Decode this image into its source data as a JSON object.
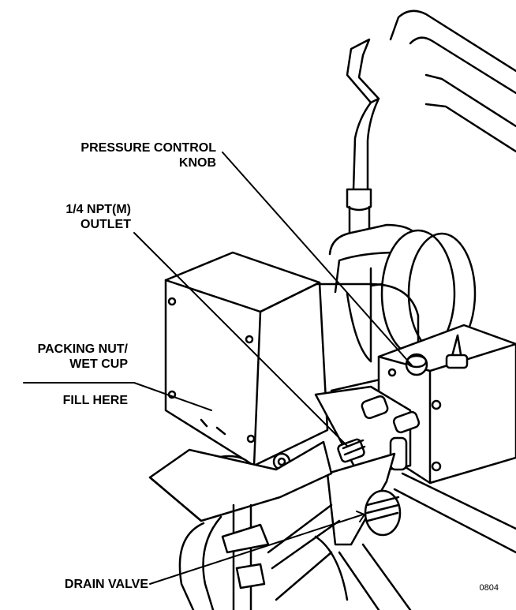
{
  "labels": {
    "pressure_control": {
      "line1": "PRESSURE CONTROL",
      "line2": "KNOB"
    },
    "outlet": {
      "line1": "1/4 NPT(M)",
      "line2": "OUTLET"
    },
    "packing_nut": {
      "line1": "PACKING NUT/",
      "line2": "WET CUP"
    },
    "fill_here": "FILL HERE",
    "drain_valve": "DRAIN VALVE"
  },
  "figure_number": "0804"
}
